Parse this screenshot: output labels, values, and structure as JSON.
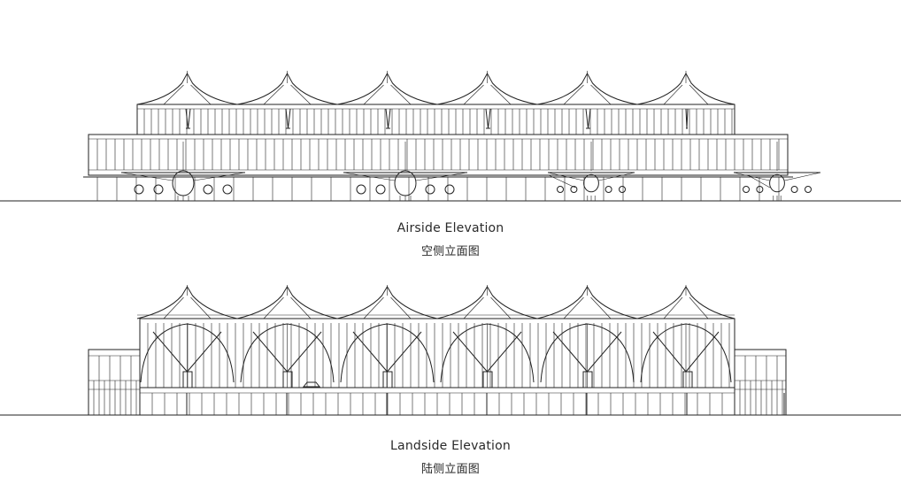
{
  "airside": {
    "title": "Airside Elevation",
    "title_cn": "空侧立面图"
  },
  "landside": {
    "title": "Landside Elevation",
    "title_cn": "陆侧立面图"
  }
}
